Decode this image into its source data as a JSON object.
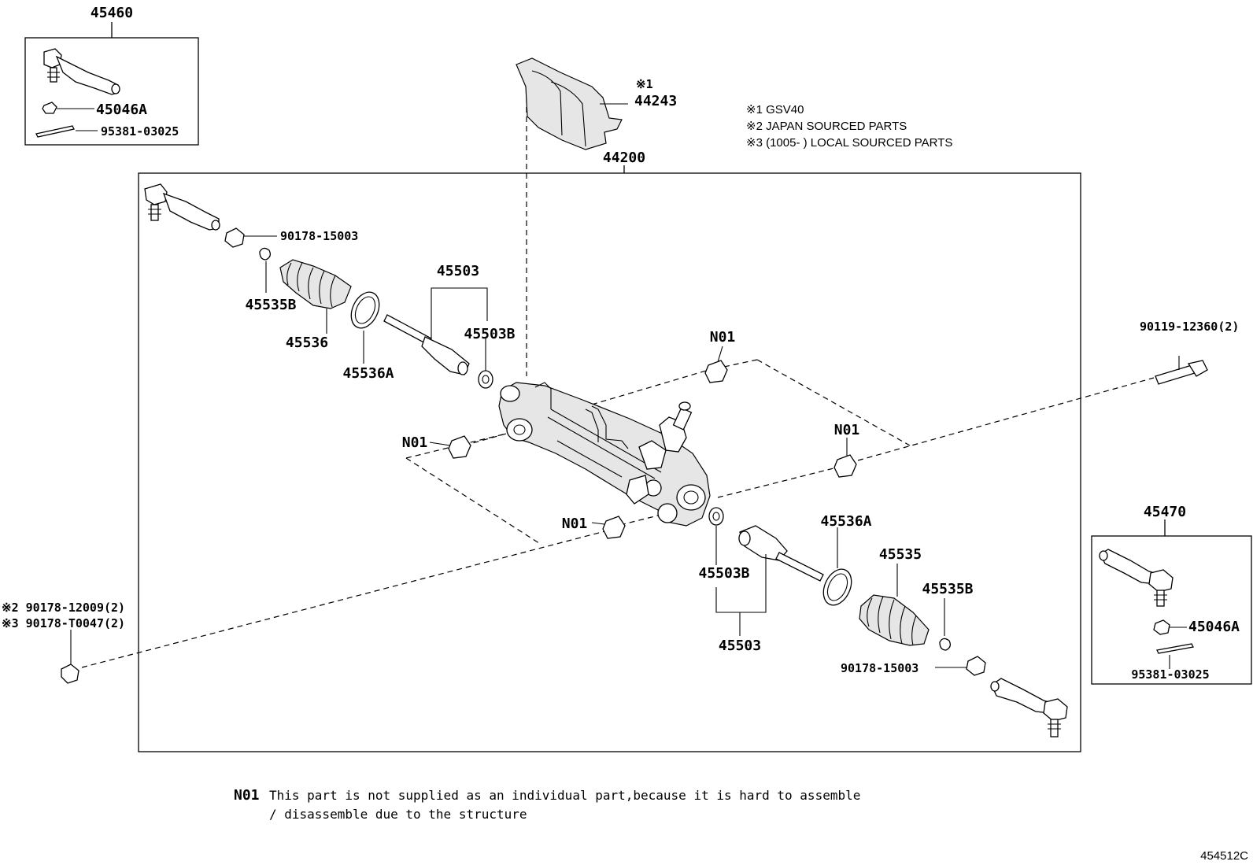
{
  "labels": {
    "p45460": "45460",
    "p45046A_l": "45046A",
    "p95381_l": "95381-03025",
    "p44243_mark": "※1",
    "p44243": "44243",
    "p44200": "44200",
    "p90178_15003_l": "90178-15003",
    "p45503_u": "45503",
    "p45503B_u": "45503B",
    "p45535B_u": "45535B",
    "p45536": "45536",
    "p45536A_u": "45536A",
    "n01_a": "N01",
    "n01_b": "N01",
    "n01_c": "N01",
    "n01_d": "N01",
    "p90119": "90119-12360(2)",
    "p45536A_d": "45536A",
    "p45535": "45535",
    "p45503B_d": "45503B",
    "p45535B_d": "45535B",
    "p45503_d": "45503",
    "p90178_15003_r": "90178-15003",
    "p90178_12009": "※2 90178-12009(2)",
    "p90178_T0047": "※3 90178-T0047(2)",
    "p45470": "45470",
    "p45046A_r": "45046A",
    "p95381_r": "95381-03025"
  },
  "notes": {
    "n1": "※1  GSV40",
    "n2": "※2 JAPAN SOURCED PARTS",
    "n3": "※3 (1005-    ) LOCAL SOURCED PARTS"
  },
  "footnote": {
    "code": "N01",
    "line1": "This part is not supplied as an individual part,because it is hard to assemble",
    "line2": "/ disassemble due to the structure"
  },
  "figure_id": "454512C"
}
